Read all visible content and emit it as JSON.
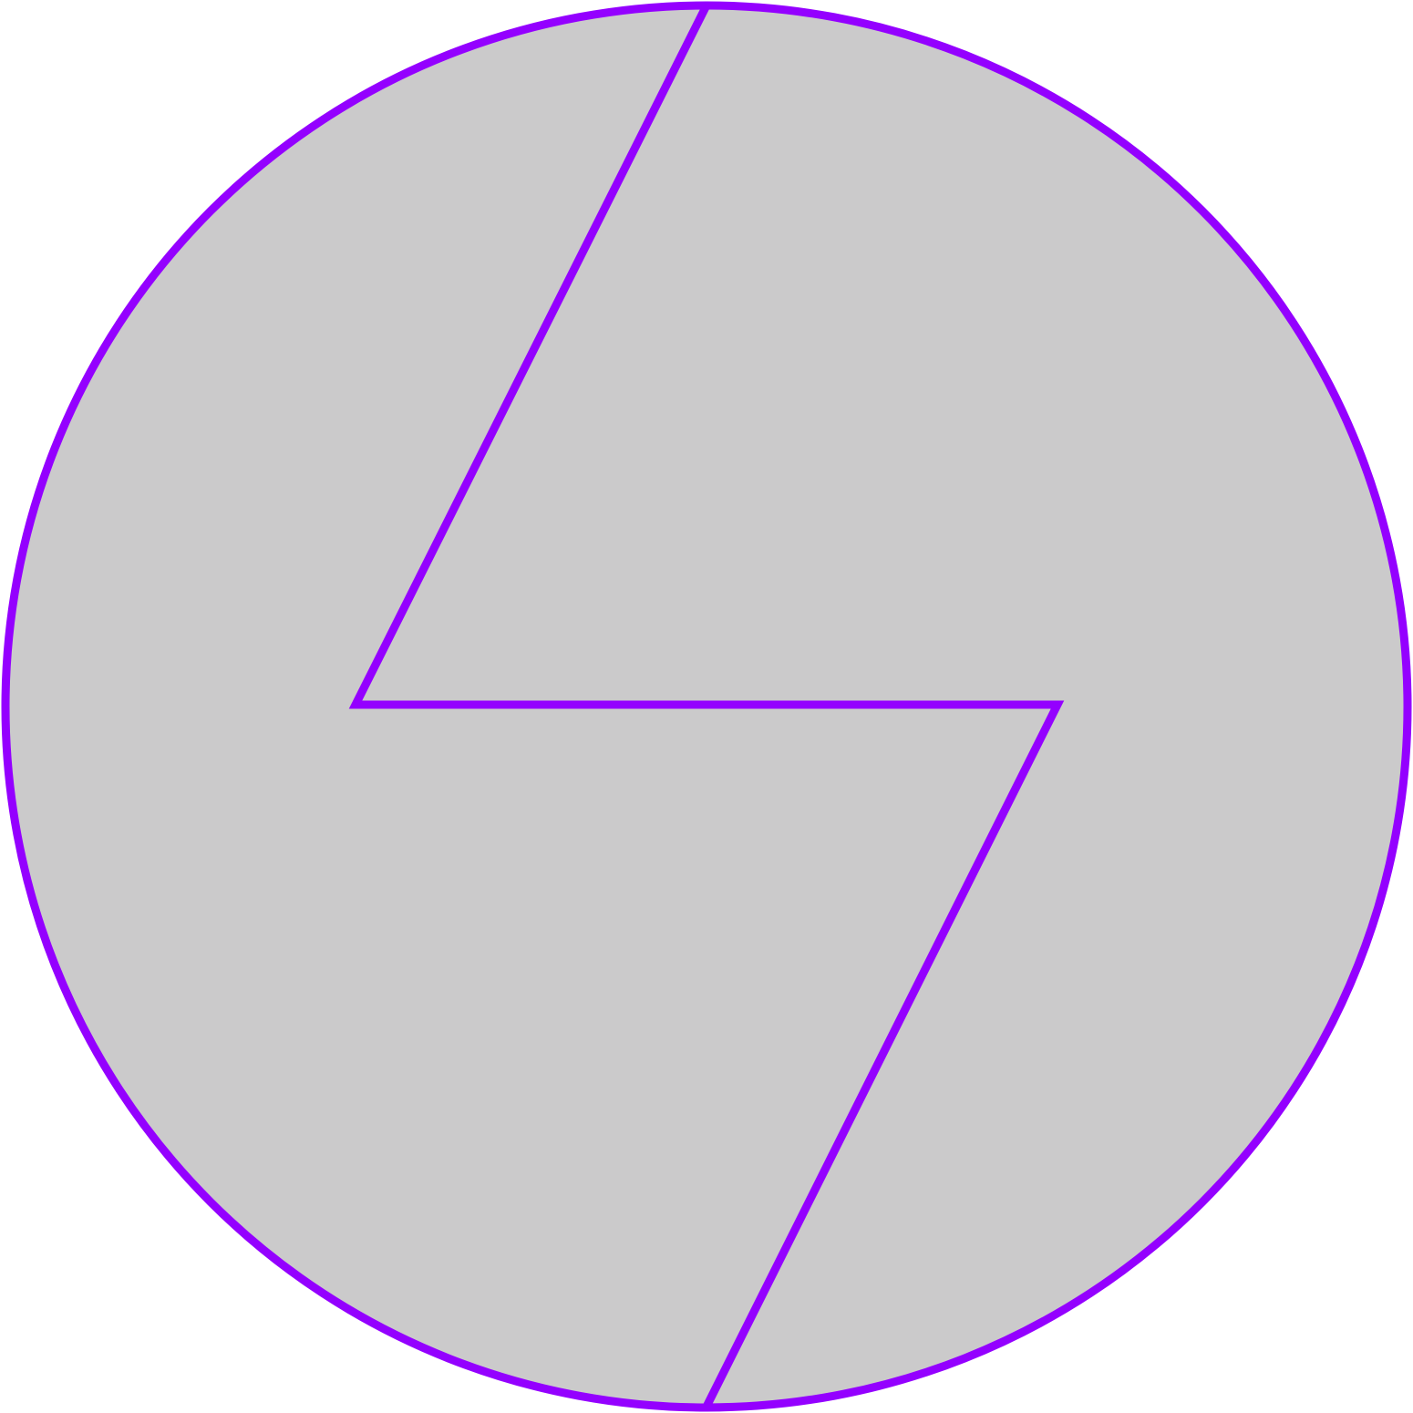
{
  "colors": {
    "background": "#ffffff",
    "fill": "#cbcacb",
    "stroke": "#9400ff"
  },
  "shapes": [
    {
      "kind": "circle",
      "name": "outer-circle"
    },
    {
      "kind": "polyline",
      "name": "zigzag-line"
    }
  ]
}
